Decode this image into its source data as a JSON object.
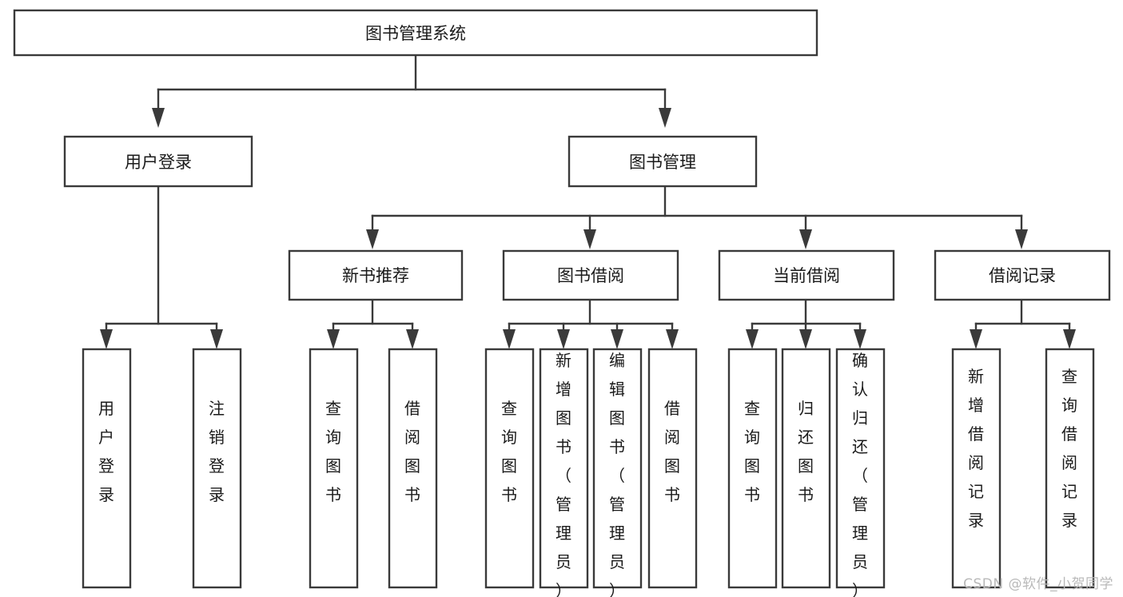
{
  "diagram": {
    "type": "tree-hierarchy",
    "title": "图书管理系统",
    "orientation": "top-down",
    "colors": {
      "box_stroke": "#3a3a3a",
      "box_fill": "#ffffff",
      "connector": "#3a3a3a",
      "text": "#1a1a1a",
      "watermark": "#b9b9b9",
      "background": "#ffffff"
    },
    "root": {
      "id": "root",
      "label": "图书管理系统"
    },
    "level2": [
      {
        "id": "user-login",
        "label": "用户登录"
      },
      {
        "id": "book-management",
        "label": "图书管理"
      }
    ],
    "level3": [
      {
        "id": "new-book-recommend",
        "label": "新书推荐",
        "parent": "book-management"
      },
      {
        "id": "book-borrow",
        "label": "图书借阅",
        "parent": "book-management"
      },
      {
        "id": "current-borrow",
        "label": "当前借阅",
        "parent": "book-management"
      },
      {
        "id": "borrow-record",
        "label": "借阅记录",
        "parent": "book-management"
      }
    ],
    "leaves": [
      {
        "id": "leaf-user-login",
        "label": "用户登录",
        "parent": "user-login"
      },
      {
        "id": "leaf-logout-login",
        "label": "注销登录",
        "parent": "user-login"
      },
      {
        "id": "leaf-query-book-1",
        "label": "查询图书",
        "parent": "new-book-recommend"
      },
      {
        "id": "leaf-borrow-book-1",
        "label": "借阅图书",
        "parent": "new-book-recommend"
      },
      {
        "id": "leaf-query-book-2",
        "label": "查询图书",
        "parent": "book-borrow"
      },
      {
        "id": "leaf-add-book",
        "label": "新增图书（管理员）",
        "parent": "book-borrow"
      },
      {
        "id": "leaf-edit-book",
        "label": "编辑图书（管理员）",
        "parent": "book-borrow"
      },
      {
        "id": "leaf-borrow-book-2",
        "label": "借阅图书",
        "parent": "book-borrow"
      },
      {
        "id": "leaf-query-book-3",
        "label": "查询图书",
        "parent": "current-borrow"
      },
      {
        "id": "leaf-return-book",
        "label": "归还图书",
        "parent": "current-borrow"
      },
      {
        "id": "leaf-confirm-return",
        "label": "确认归还（管理员）",
        "parent": "current-borrow"
      },
      {
        "id": "leaf-add-record",
        "label": "新增借阅记录",
        "parent": "borrow-record"
      },
      {
        "id": "leaf-query-record",
        "label": "查询借阅记录",
        "parent": "borrow-record"
      }
    ]
  },
  "watermark": {
    "text": "CSDN @软件_小贺同学"
  }
}
